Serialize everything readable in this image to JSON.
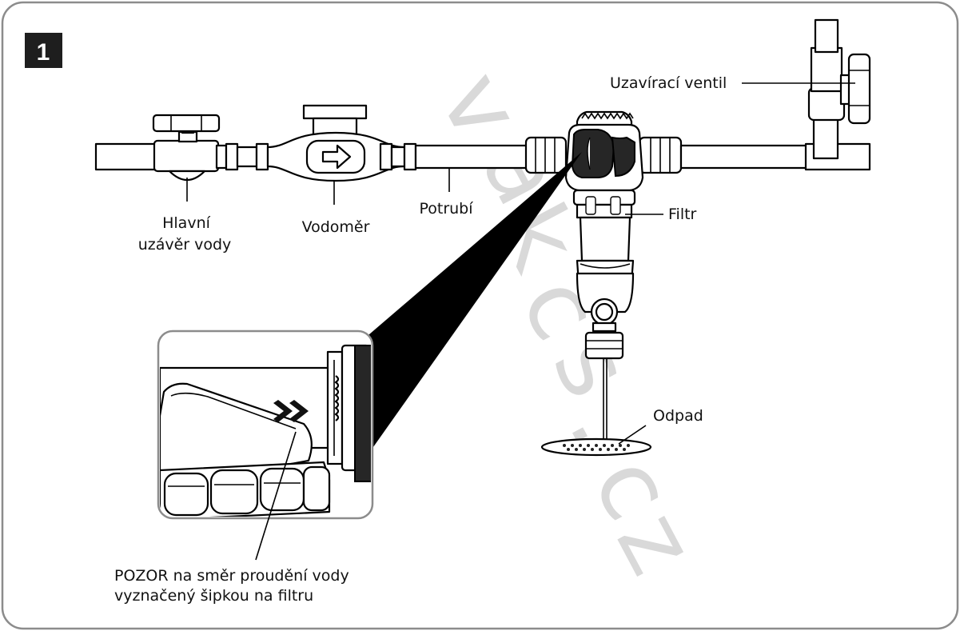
{
  "step_number": "1",
  "labels": {
    "shutoff_valve": "Uzavírací ventil",
    "main_valve_line1": "Hlavní",
    "main_valve_line2": "uzávěr vody",
    "water_meter": "Vodoměr",
    "pipe": "Potrubí",
    "filter": "Filtr",
    "drain": "Odpad",
    "warning_line1": "POZOR na směr proudění vody",
    "warning_line2": "vyznačený šipkou na filtru"
  },
  "watermark": [
    "v",
    "a",
    "k",
    "c",
    "s",
    ".",
    "c",
    "z"
  ]
}
